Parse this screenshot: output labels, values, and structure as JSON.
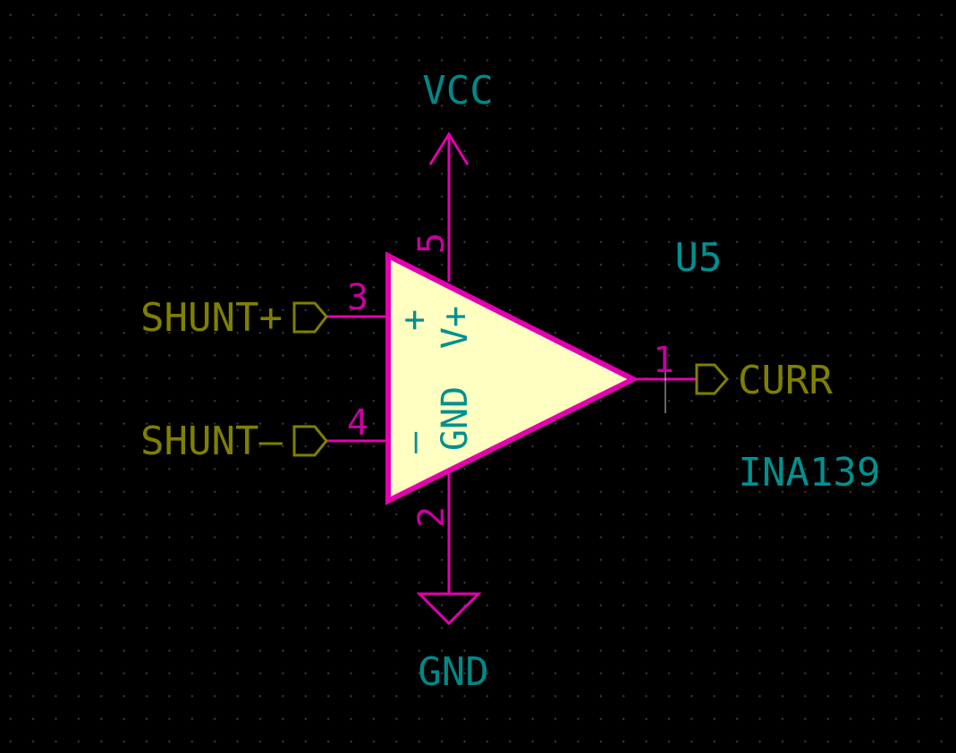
{
  "colors": {
    "background": "#000000",
    "component_outline": "#E400B0",
    "component_fill": "#FFFFC2",
    "pin": "#E400B0",
    "pin_number": "#C800A0",
    "pin_name": "#009090",
    "ref_value": "#009090",
    "power_label": "#008888",
    "hier_label": "#808000",
    "grid_dot": "#3a3a3a"
  },
  "schematic": {
    "power_top": {
      "name": "VCC",
      "icon": "power-arrow-up-icon"
    },
    "power_bottom": {
      "name": "GND",
      "icon": "power-ground-icon"
    },
    "component": {
      "reference": "U5",
      "value": "INA139",
      "symbol": "op-amp-triangle",
      "pins": [
        {
          "number": "3",
          "name": "+"
        },
        {
          "number": "4",
          "name": "–"
        },
        {
          "number": "5",
          "name": "V+"
        },
        {
          "number": "2",
          "name": "GND"
        },
        {
          "number": "1",
          "name": ""
        }
      ]
    },
    "labels": {
      "shunt_plus": "SHUNT+",
      "shunt_minus": "SHUNT–",
      "curr": "CURR"
    }
  }
}
